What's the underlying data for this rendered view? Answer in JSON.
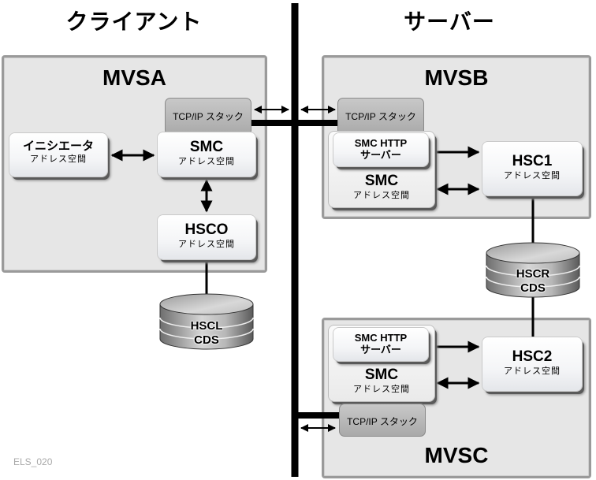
{
  "headings": {
    "client": "クライアント",
    "server": "サーバー"
  },
  "systems": {
    "mvsa": {
      "title": "MVSA",
      "tcp_stack": "TCP/IP スタック",
      "initiator": {
        "name": "イニシエータ",
        "sub": "アドレス空間"
      },
      "smc": {
        "name": "SMC",
        "sub": "アドレス空間"
      },
      "hsco": {
        "name": "HSCO",
        "sub": "アドレス空間"
      }
    },
    "mvsb": {
      "title": "MVSB",
      "tcp_stack": "TCP/IP スタック",
      "http_server": {
        "line1": "SMC HTTP",
        "line2": "サーバー"
      },
      "smc": {
        "name": "SMC",
        "sub": "アドレス空間"
      },
      "hsc": {
        "name": "HSC1",
        "sub": "アドレス空間"
      }
    },
    "mvsc": {
      "title": "MVSC",
      "tcp_stack": "TCP/IP スタック",
      "http_server": {
        "line1": "SMC HTTP",
        "line2": "サーバー"
      },
      "smc": {
        "name": "SMC",
        "sub": "アドレス空間"
      },
      "hsc": {
        "name": "HSC2",
        "sub": "アドレス空間"
      }
    }
  },
  "databases": {
    "hscl": {
      "line1": "HSCL",
      "line2": "CDS"
    },
    "hscr": {
      "line1": "HSCR",
      "line2": "CDS"
    }
  },
  "caption": "ELS_020"
}
